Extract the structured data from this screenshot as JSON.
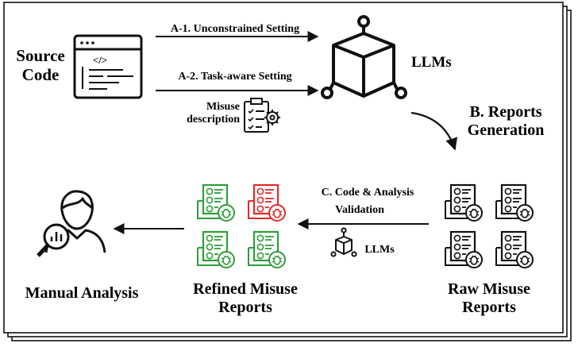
{
  "source": {
    "line1": "Source",
    "line2": "Code"
  },
  "llm_label": "LLMs",
  "arrow_a1": "A-1. Unconstrained Setting",
  "arrow_a2": "A-2. Task-aware Setting",
  "misuse": {
    "line1": "Misuse",
    "line2": "description"
  },
  "step_b": {
    "line1": "B. Reports",
    "line2": "Generation"
  },
  "step_c": {
    "line1": "C. Code & Analysis",
    "line2": "Validation"
  },
  "llm_small_label": "LLMs",
  "raw": {
    "line1": "Raw Misuse",
    "line2": "Reports"
  },
  "refined": {
    "line1": "Refined Misuse",
    "line2": "Reports"
  },
  "manual": "Manual Analysis",
  "code_glyph": "</>",
  "colors": {
    "green": "#2e9e3a",
    "red": "#e02b2b",
    "black": "#111111"
  }
}
